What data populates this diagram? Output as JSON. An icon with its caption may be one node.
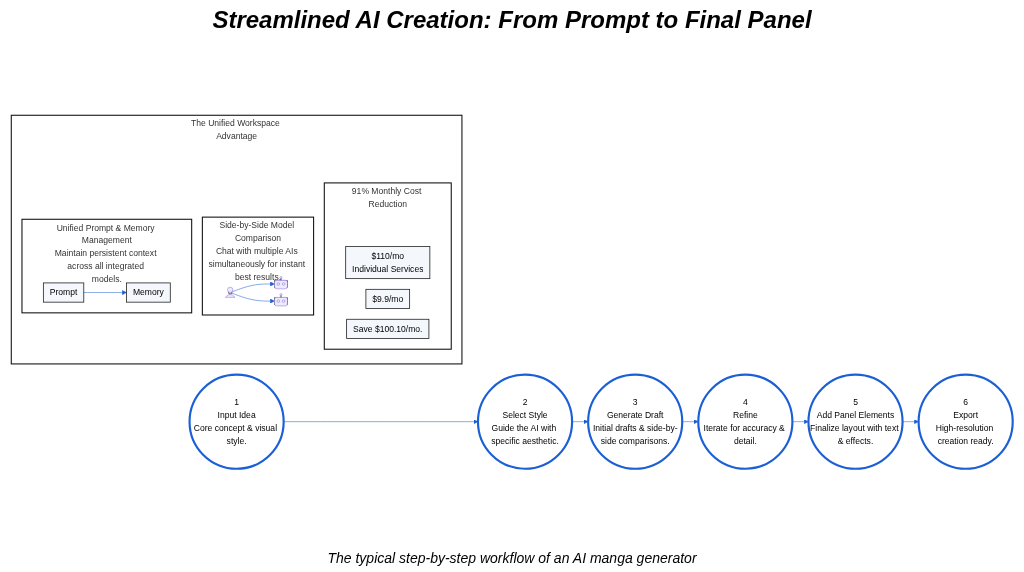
{
  "diagram": {
    "title": "Streamlined AI Creation: From Prompt to Final Panel",
    "caption": "The typical step-by-step workflow of an AI manga generator",
    "nodes": [
      {
        "text": [
          "1",
          "Input Idea",
          "Core concept & visual style."
        ]
      },
      {
        "text": [
          "2",
          "Select Style",
          "Guide the AI with specific aesthetic."
        ]
      },
      {
        "text": [
          "3",
          "Generate Draft",
          "Initial drafts & side-by-side comparisons."
        ]
      },
      {
        "text": [
          "4",
          "Refine",
          "Iterate for accuracy & detail."
        ]
      },
      {
        "text": [
          "5",
          "Add Panel Elements",
          "Finalize layout with text & effects."
        ]
      },
      {
        "text": [
          "6",
          "Export",
          "High-resolution creation ready."
        ]
      },
      {
        "text": [
          "The Unified Workspace Advantage"
        ]
      },
      {
        "text": [
          "91% Monthly Cost Reduction"
        ],
        "in": 6
      },
      {
        "text": [
          "$110/mo",
          "Individual Services"
        ],
        "in": 7
      },
      {
        "text": [
          "$9.9/mo"
        ],
        "in": 7
      },
      {
        "text": [
          "Save $100.10/mo."
        ],
        "in": 7
      },
      {
        "text": [
          "Side-by-Side Model Comparison",
          "Chat with multiple AIs simultaneously for instant best results."
        ],
        "in": 6
      },
      {
        "text": [],
        "shape": "picture",
        "in": 11
      },
      {
        "text": [],
        "shape": "picture",
        "in": 11
      },
      {
        "text": [],
        "shape": "person",
        "in": 11
      },
      {
        "text": [
          "Unified Prompt & Memory Management",
          "Maintain persistent context across all integrated models."
        ],
        "in": 6
      },
      {
        "text": [
          "Prompt"
        ],
        "in": 15
      },
      {
        "text": [
          "Memory"
        ],
        "in": 15
      }
    ],
    "edges": [
      {
        "from": 0,
        "to": 1,
        "arrow": "to",
        "color": "#1a5fd6"
      },
      {
        "from": 1,
        "to": 2,
        "arrow": "to",
        "color": "#1a5fd6"
      },
      {
        "from": 2,
        "to": 3,
        "arrow": "to",
        "color": "#1a5fd6"
      },
      {
        "from": 3,
        "to": 4,
        "arrow": "to",
        "color": "#1a5fd6"
      },
      {
        "from": 4,
        "to": 5,
        "arrow": "to",
        "color": "#1a5fd6"
      },
      {
        "from": 14,
        "to": 12,
        "arrow": "to",
        "color": "#1a5fd6"
      },
      {
        "from": 14,
        "to": 13,
        "arrow": "to",
        "color": "#1a5fd6"
      },
      {
        "from": 16,
        "to": 17,
        "arrow": "to",
        "color": "#1a5fd6"
      }
    ]
  }
}
